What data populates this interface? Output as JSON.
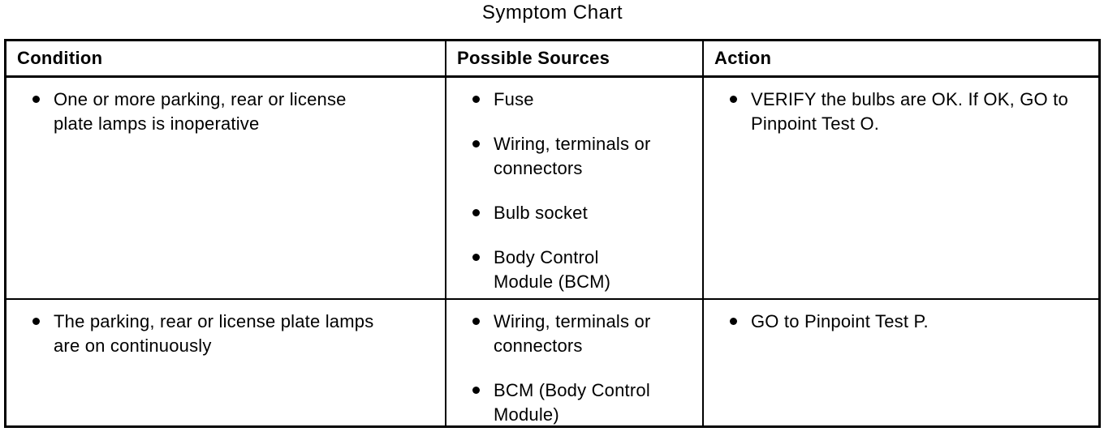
{
  "title": "Symptom Chart",
  "colors": {
    "background": "#ffffff",
    "border": "#000000",
    "text": "#000000"
  },
  "table": {
    "headers": [
      "Condition",
      "Possible Sources",
      "Action"
    ],
    "rows": [
      {
        "condition": [
          "One or more parking, rear or license plate lamps is inoperative"
        ],
        "sources": [
          "Fuse",
          "Wiring, terminals or connectors",
          "Bulb socket",
          "Body Control Module (BCM)"
        ],
        "action": [
          "VERIFY the bulbs are OK. If OK, GO to Pinpoint Test O."
        ]
      },
      {
        "condition": [
          "The parking, rear or license plate lamps are on continuously"
        ],
        "sources": [
          "Wiring, terminals or connectors",
          "BCM (Body Control Module)"
        ],
        "action": [
          "GO to Pinpoint Test P."
        ]
      }
    ]
  }
}
